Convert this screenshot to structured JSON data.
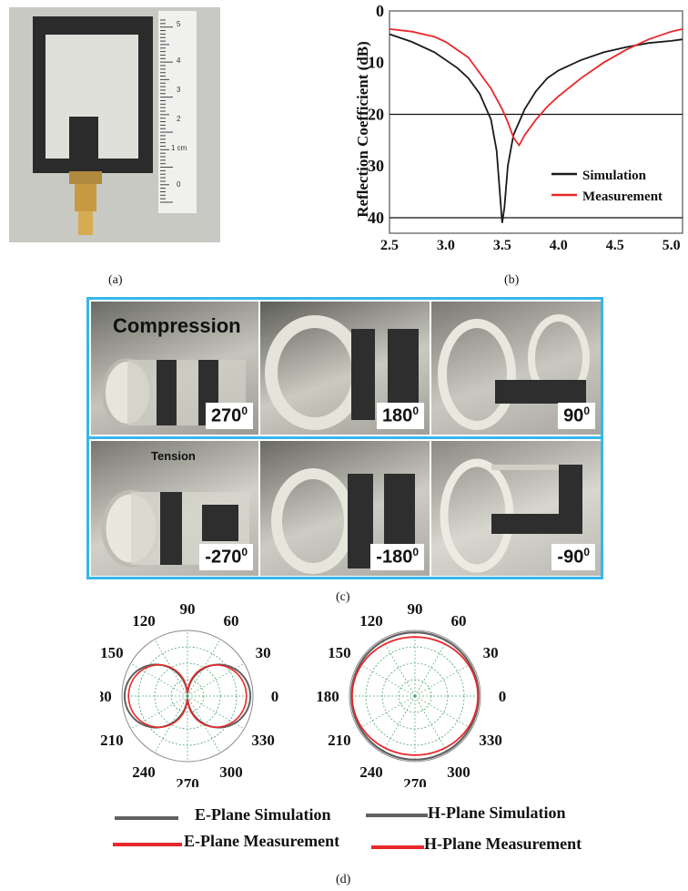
{
  "captions": {
    "a": "(a)",
    "b": "(b)",
    "c": "(c)",
    "d": "(d)"
  },
  "photo_a": {
    "ruler_marks": [
      "0",
      "1 cm",
      "2",
      "3",
      "4",
      "5"
    ]
  },
  "colors": {
    "simulation": "#1a1a1a",
    "measurement": "#e8282a",
    "frame": "#37b6ea",
    "polar_sim": "#606060"
  },
  "chart_data": [
    {
      "type": "line",
      "ylabel": "Reflection Coefficient (dB)",
      "xlim": [
        2.5,
        5.1
      ],
      "ylim": [
        -43,
        0
      ],
      "x_ticks": [
        "2.5",
        "3.0",
        "3.5",
        "4.0",
        "4.5",
        "5.0"
      ],
      "y_ticks": [
        "0",
        "10",
        "20",
        "30",
        "40"
      ],
      "series": [
        {
          "name": "Simulation",
          "x": [
            2.5,
            2.7,
            2.9,
            3.1,
            3.2,
            3.3,
            3.4,
            3.45,
            3.5,
            3.52,
            3.55,
            3.6,
            3.7,
            3.8,
            3.9,
            4.0,
            4.2,
            4.4,
            4.6,
            4.8,
            5.0,
            5.1
          ],
          "y": [
            -4.5,
            -6,
            -8,
            -11,
            -13,
            -16,
            -21,
            -27,
            -41,
            -38,
            -30,
            -24,
            -19,
            -15.5,
            -13,
            -11.5,
            -9.5,
            -8,
            -7,
            -6.2,
            -5.8,
            -5.5
          ]
        },
        {
          "name": "Measurement",
          "x": [
            2.5,
            2.7,
            2.9,
            3.0,
            3.1,
            3.2,
            3.3,
            3.4,
            3.5,
            3.55,
            3.6,
            3.65,
            3.7,
            3.8,
            3.9,
            4.0,
            4.2,
            4.4,
            4.6,
            4.8,
            5.0,
            5.1
          ],
          "y": [
            -3.5,
            -4,
            -5,
            -6,
            -7.5,
            -9,
            -12,
            -15,
            -19,
            -21.5,
            -24.5,
            -26,
            -24,
            -21,
            -18.5,
            -16.5,
            -13,
            -10,
            -7.5,
            -5.5,
            -4,
            -3.5
          ]
        }
      ],
      "reference_lines": [
        -20,
        -40
      ]
    },
    {
      "type": "line",
      "subtype": "polar",
      "angle_labels": [
        "0",
        "30",
        "60",
        "90",
        "120",
        "150",
        "180",
        "210",
        "240",
        "270",
        "300",
        "330"
      ],
      "plots": [
        {
          "series": [
            {
              "name": "E-Plane Simulation",
              "shape": "figure-eight"
            },
            {
              "name": "E-Plane Measurement",
              "shape": "figure-eight"
            }
          ]
        },
        {
          "series": [
            {
              "name": "H-Plane Simulation",
              "shape": "omnidirectional"
            },
            {
              "name": "H-Plane Measurement",
              "shape": "omnidirectional"
            }
          ]
        }
      ]
    }
  ],
  "panel_c": {
    "compression_title": "Compression",
    "tension_title": "Tension",
    "compression_labels": [
      "270",
      "180",
      "90"
    ],
    "tension_labels": [
      "-270",
      "-180",
      "-90"
    ],
    "degree_sup": "0"
  }
}
